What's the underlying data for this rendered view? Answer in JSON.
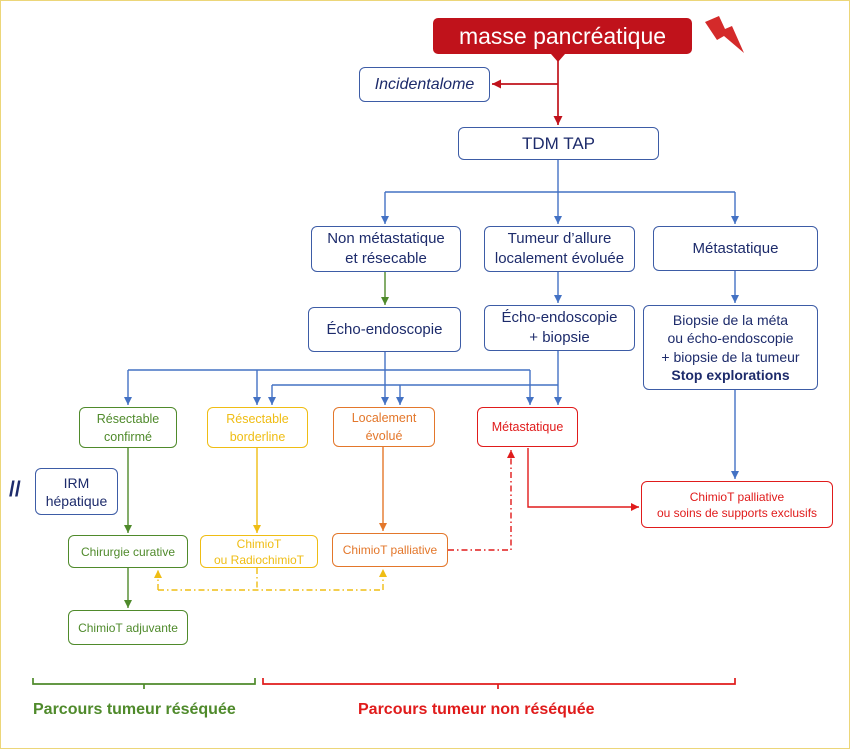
{
  "header": {
    "title": "masse pancréatique",
    "icon": "lightning-bolt-icon"
  },
  "incidentalome": "Incidentalome",
  "imaging": "TDM TAP",
  "stage1": {
    "non_metastatic": [
      "Non métastatique",
      "et résecable"
    ],
    "locally_advanced": [
      "Tumeur d’allure",
      "localement évoluée"
    ],
    "metastatic": "Métastatique"
  },
  "stage2": {
    "eus": "Écho-endoscopie",
    "eus_biopsy": [
      "Écho-endoscopie",
      "+ biopsie"
    ],
    "meta_biopsy": [
      "Biopsie de la méta",
      "ou écho-endoscopie",
      "+ biopsie de la tumeur"
    ],
    "stop": "Stop explorations"
  },
  "stage3": {
    "resectable": [
      "Résectable",
      "confirmé"
    ],
    "borderline": [
      "Résectable",
      "borderline"
    ],
    "locally_advanced": [
      "Localement",
      "évolué"
    ],
    "metastatic": "Métastatique"
  },
  "liver_mri": {
    "marker": "//",
    "label": [
      "IRM",
      "hépatique"
    ]
  },
  "treatment": {
    "curative_surgery": "Chirurgie curative",
    "adjuvant_chemo": "ChimioT adjuvante",
    "neoadjuvant": [
      "ChimioT",
      "ou RadiochimioT"
    ],
    "palliative_chemo": "ChimioT palliative",
    "palliative_or_supportive": [
      "ChimioT palliative",
      "ou soins de supports exclusifs"
    ]
  },
  "pathways": {
    "resected": "Parcours tumeur réséquée",
    "non_resected": "Parcours tumeur non réséquée"
  },
  "colors": {
    "navy": "#1d2b6b",
    "box_blue": "#3d5ca6",
    "line_blue": "#4472c4",
    "dark_red": "#c0121b",
    "green": "#4f8a2b",
    "yellow": "#efbd14",
    "orange": "#e3772b",
    "red": "#e01b1b",
    "frame": "#ecd679"
  }
}
